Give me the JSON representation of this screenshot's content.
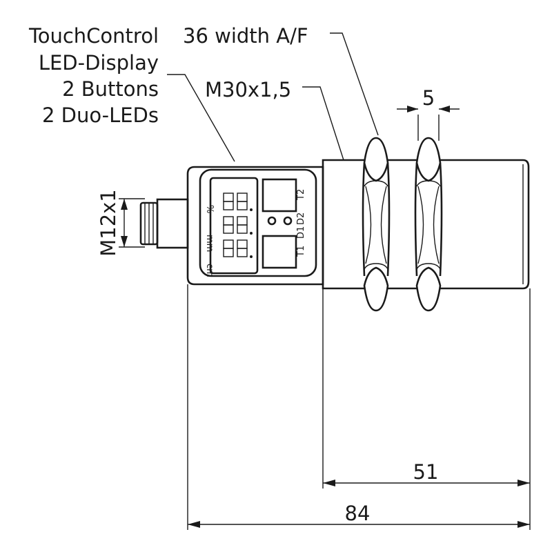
{
  "callouts": {
    "feature_lines": [
      "TouchControl",
      "LED-Display",
      "2 Buttons",
      "2 Duo-LEDs"
    ],
    "width_af": "36 width A/F",
    "thread": "M30x1,5"
  },
  "dimensions": {
    "nut_thickness": "5",
    "connector": "M12x1",
    "sleeve_length": "51",
    "overall_length": "84"
  },
  "panel_labels": {
    "units": [
      "cm",
      "mm",
      "%"
    ],
    "led_labels": [
      "T1",
      "D1",
      "D2",
      "T2"
    ]
  }
}
